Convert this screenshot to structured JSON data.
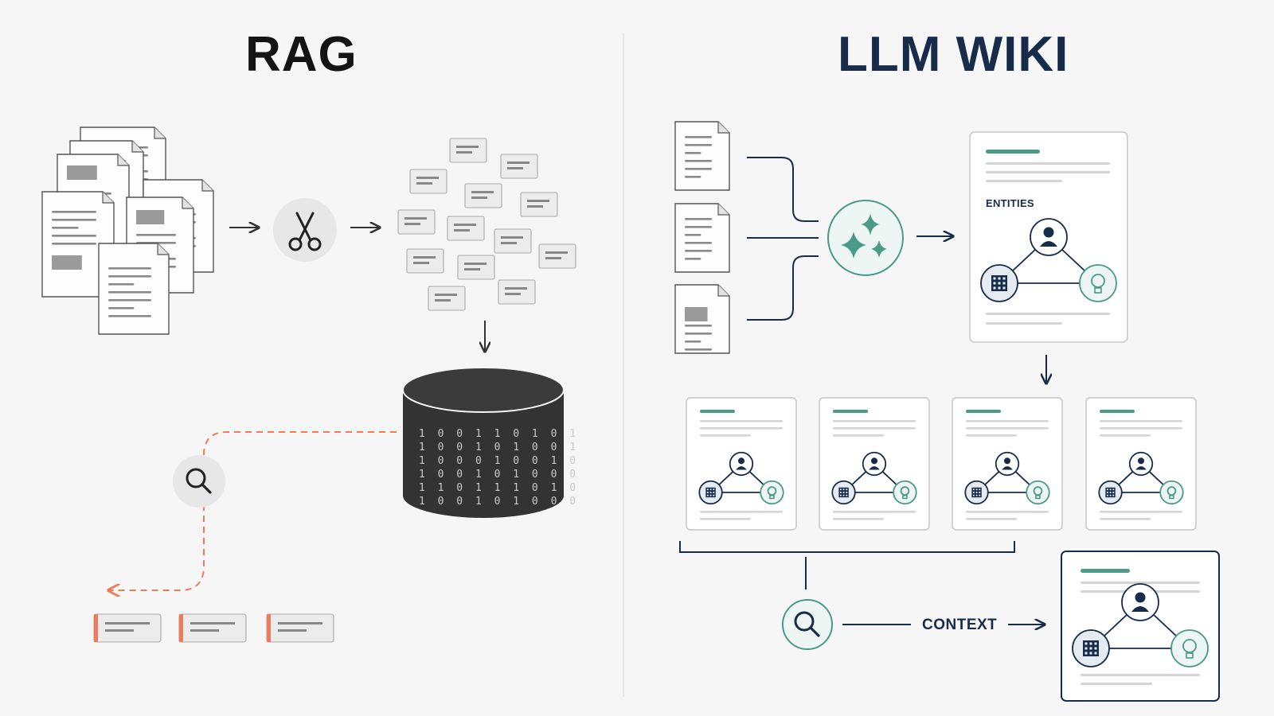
{
  "rag": {
    "title": "RAG"
  },
  "llm_wiki": {
    "title": "LLM WIKI",
    "entities_label": "ENTITIES",
    "context_label": "CONTEXT"
  },
  "colors": {
    "rag_title": "#141414",
    "wiki_title": "#172c4a",
    "navy": "#172c4a",
    "teal_accent": "#4a9a88",
    "retrieval_orange": "#ef7b5a",
    "database_fill": "#333333",
    "background": "#f6f6f6"
  },
  "icons": {
    "chunk": "scissors-icon",
    "synthesize": "sparkles-icon",
    "search": "magnifier-icon",
    "entity_person": "person-icon",
    "entity_org": "building-icon",
    "entity_idea": "lightbulb-icon"
  }
}
